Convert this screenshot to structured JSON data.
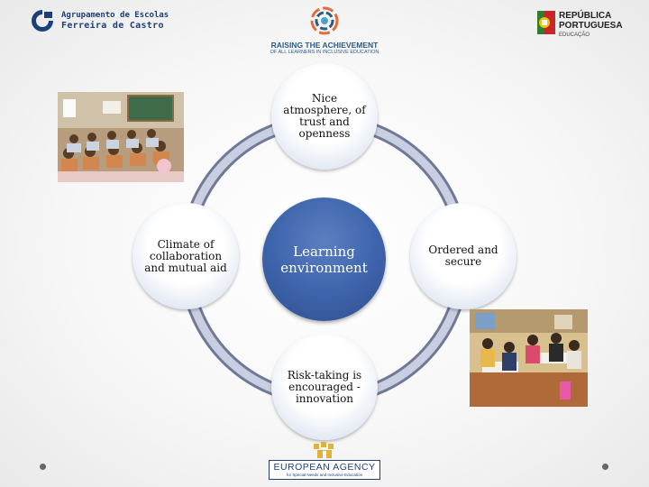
{
  "header": {
    "school": {
      "line1": "Agrupamento de Escolas",
      "line2": "Ferreira de Castro"
    },
    "project": {
      "line1": "RAISING THE ACHIEVEMENT",
      "line2": "OF ALL LEARNERS IN INCLUSIVE EDUCATION"
    },
    "government": {
      "line1": "REPÚBLICA",
      "line2": "PORTUGUESA",
      "line3": "EDUCAÇÃO"
    }
  },
  "diagram": {
    "center": "Learning environment",
    "nodes": {
      "top": "Nice atmosphere, of trust and openness",
      "left": "Climate of collaboration and mutual aid",
      "right": "Ordered and secure",
      "bottom": "Risk-taking is encouraged - innovation"
    }
  },
  "footer": {
    "agency_line1": "EUROPEAN AGENCY",
    "agency_line2": "for Special Needs and Inclusive Education"
  },
  "colors": {
    "center": "#3f65ad",
    "ring": "#8a93b3",
    "node_edge": "#cdd8ea",
    "brand_blue": "#1c3f7a"
  },
  "photos": [
    "classroom-photo",
    "group-work-photo"
  ]
}
